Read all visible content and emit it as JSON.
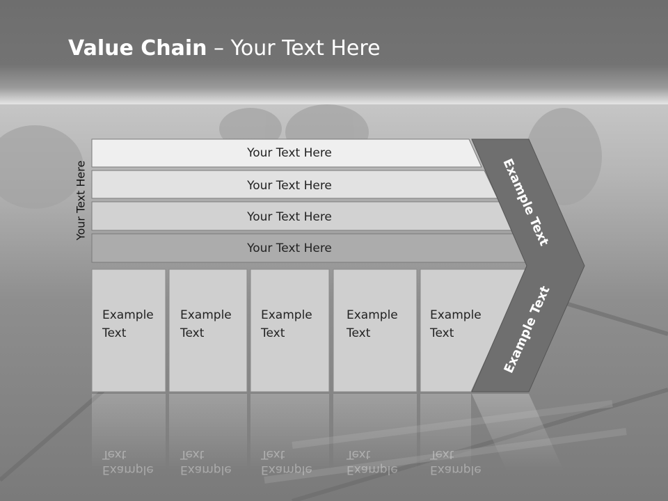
{
  "slide": {
    "title_bold": "Value Chain",
    "title_rest": " – Your Text Here",
    "side_label": "Your Text Here"
  },
  "bands": [
    {
      "label": "Your Text Here"
    },
    {
      "label": "Your Text Here"
    },
    {
      "label": "Your Text Here"
    },
    {
      "label": "Your Text Here"
    }
  ],
  "boxes": [
    {
      "line1": "Example",
      "line2": "Text"
    },
    {
      "line1": "Example",
      "line2": "Text"
    },
    {
      "line1": "Example",
      "line2": "Text"
    },
    {
      "line1": "Example",
      "line2": "Text"
    },
    {
      "line1": "Example",
      "line2": "Text"
    }
  ],
  "chevron": {
    "upper_label": "Example Text",
    "lower_label": "Example Text"
  },
  "colors": {
    "title_bar": "#737373",
    "band_light": "#efefef",
    "band_dark": "#acacac",
    "chevron": "#6f6f6f",
    "box": "#cfcfcf"
  }
}
